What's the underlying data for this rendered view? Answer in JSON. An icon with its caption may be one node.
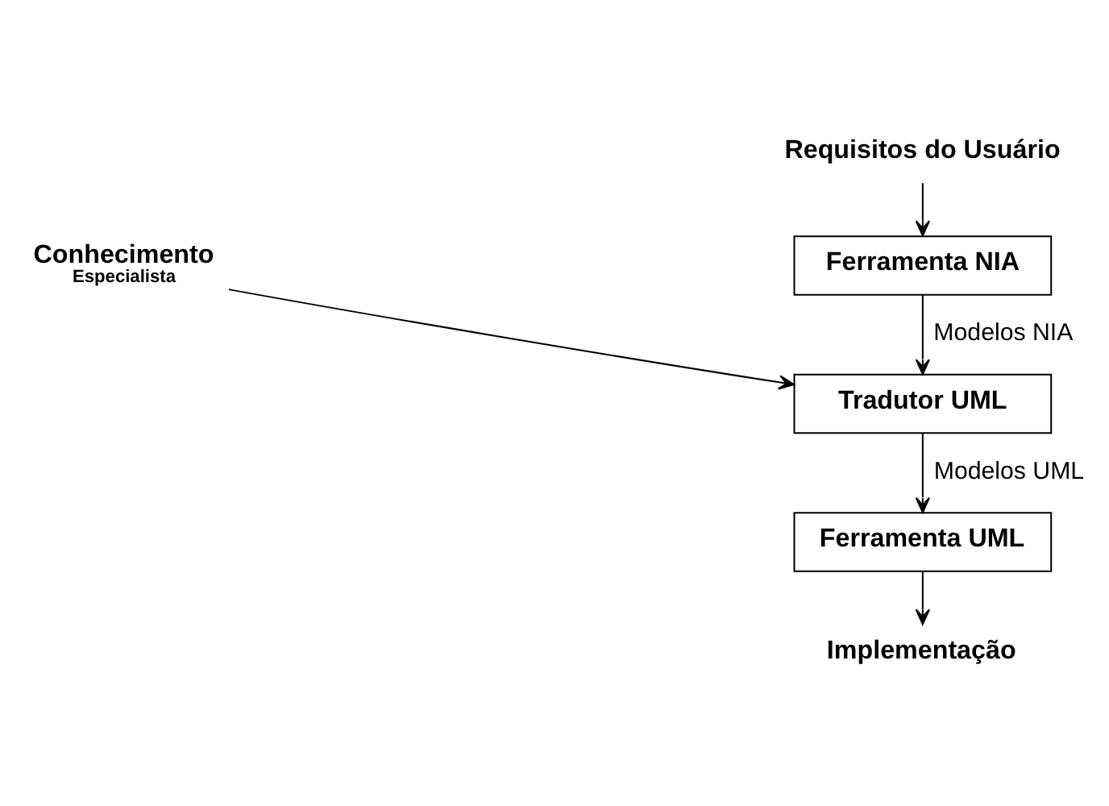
{
  "diagram": {
    "nodes": [
      {
        "text": [
          "Requisitos do Usuário"
        ]
      },
      {
        "text": [
          "Ferramenta NIA"
        ]
      },
      {
        "text": [
          "Conhecimento",
          "Especialista"
        ]
      },
      {
        "text": [
          "Tradutor UML"
        ]
      },
      {
        "text": [
          "Ferramenta UML"
        ]
      },
      {
        "text": [
          "Implementação"
        ]
      }
    ],
    "edges": [
      {
        "from": 0,
        "to": 1,
        "arrow": "to"
      },
      {
        "from": 1,
        "to": 3,
        "arrow": "to",
        "label": "Modelos NIA"
      },
      {
        "from": 2,
        "to": 3,
        "arrow": "to"
      },
      {
        "from": 3,
        "to": 4,
        "arrow": "to",
        "label": "Modelos UML"
      },
      {
        "from": 4,
        "to": 5,
        "arrow": "to"
      }
    ]
  }
}
